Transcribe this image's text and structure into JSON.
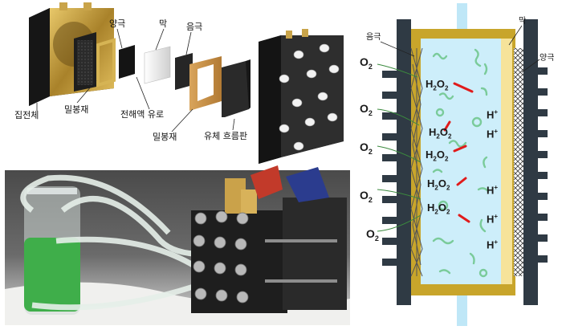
{
  "exploded_view": {
    "labels": {
      "current_collector": "집전체",
      "gasket_left": "밀봉재",
      "anode": "양극",
      "membrane": "막",
      "cathode": "음극",
      "electrolyte_channel": "전해액 유로",
      "gasket_right": "밀봉재",
      "flow_plate": "유체 흐름판"
    }
  },
  "schematic": {
    "labels": {
      "cathode": "음극",
      "membrane": "막",
      "anode": "양극"
    },
    "species": {
      "o2": "O",
      "o2_sub": "2",
      "h2o2": "H",
      "h2o2_sub1": "2",
      "h2o2_mid": "O",
      "h2o2_sub2": "2",
      "proton": "H",
      "proton_sup": "+"
    },
    "colors": {
      "electrolyte": "#cdeefa",
      "frame": "#c8a52b",
      "membrane": "#f6e39a",
      "plate": "#2f3a44",
      "catalyst": "#7acb9a",
      "bond": "#e01b1b"
    }
  }
}
